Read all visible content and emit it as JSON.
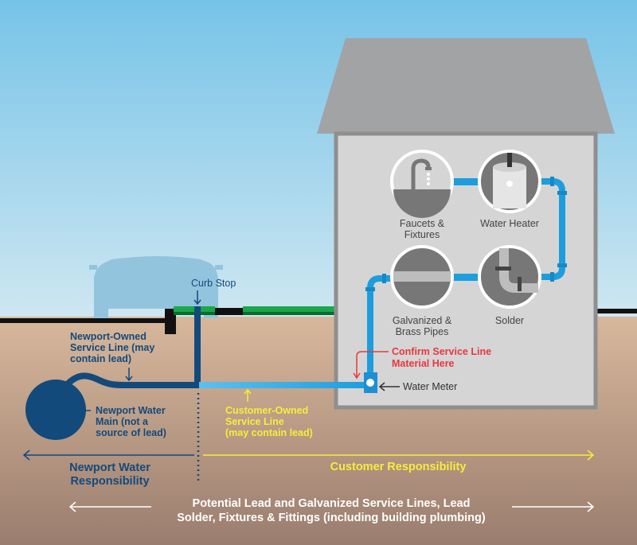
{
  "colors": {
    "city_blue": "#134a7c",
    "customer_yellow": "#f6ee3a",
    "alert_red": "#e8383d",
    "pipe_light_blue": "#1d9ddc",
    "house_gray": "#d5d5d5",
    "roof_gray": "#a2a3a5"
  },
  "labels": {
    "curb_stop": "Curb Stop",
    "newport_owned": [
      "Newport-Owned",
      "Service Line (may",
      "contain lead)"
    ],
    "water_main": [
      "Newport Water",
      "Main (not a",
      "source of lead)"
    ],
    "customer_owned": [
      "Customer-Owned",
      "Service Line",
      "(may contain lead)"
    ],
    "water_meter": "Water Meter",
    "confirm": [
      "Confirm Service Line",
      "Material Here"
    ]
  },
  "fixtures": [
    {
      "label": [
        "Faucets &",
        "Fixtures"
      ],
      "icon": "faucet-icon"
    },
    {
      "label": [
        "Water Heater"
      ],
      "icon": "water-heater-icon"
    },
    {
      "label": [
        "Galvanized &",
        "Brass Pipes"
      ],
      "icon": "pipe-icon"
    },
    {
      "label": [
        "Solder"
      ],
      "icon": "solder-joint-icon"
    }
  ],
  "responsibility": {
    "newport": [
      "Newport Water",
      "Responsibility"
    ],
    "customer": "Customer Responsibility"
  },
  "footer": [
    "Potential Lead and Galvanized Service Lines, Lead",
    "Solder, Fixtures & Fittings (including building plumbing)"
  ]
}
